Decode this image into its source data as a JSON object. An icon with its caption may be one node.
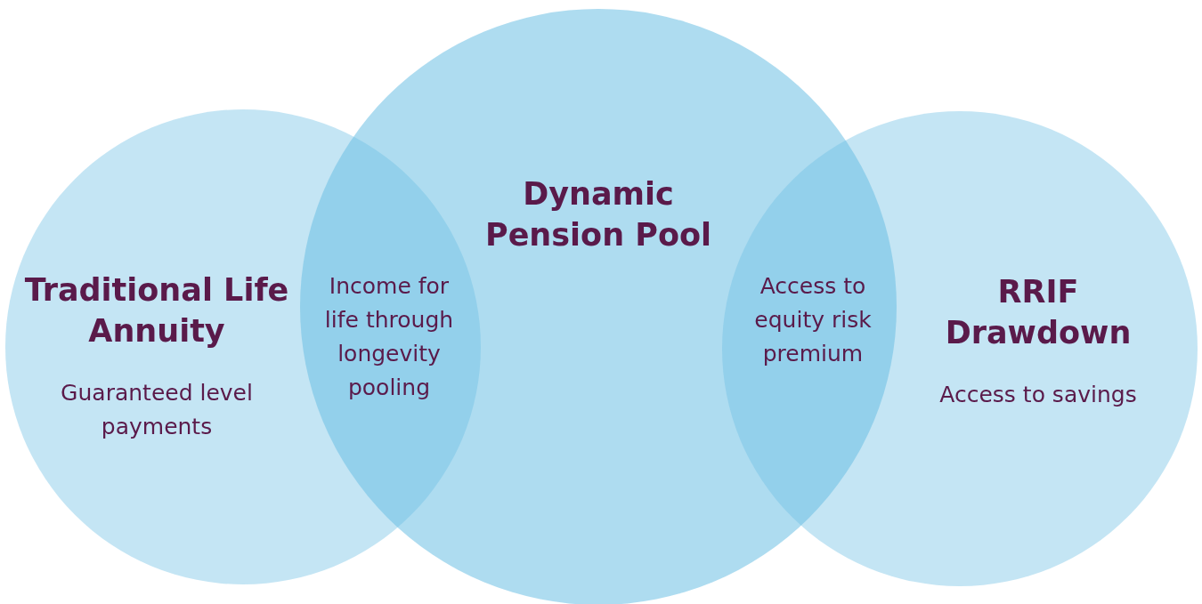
{
  "diagram": {
    "nodes": [
      {
        "text": [
          "Traditional Life Annuity",
          "Guaranteed level payments"
        ]
      },
      {
        "text": [
          "Dynamic Pension Pool"
        ]
      },
      {
        "text": [
          "RRIF Drawdown",
          "Access to savings"
        ]
      }
    ],
    "labels": [
      "Income for life through longevity pooling",
      "Access to equity risk premium"
    ]
  }
}
